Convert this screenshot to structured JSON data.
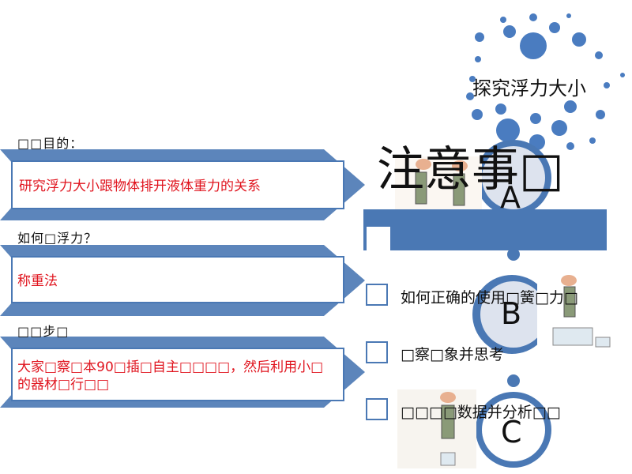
{
  "title": "探究浮力大小",
  "section1": {
    "label": "□□目的：",
    "text": "研究浮力大小跟物体排开液体重力的关系"
  },
  "section2": {
    "label": "如何□浮力？",
    "text": "称重法"
  },
  "section3": {
    "label": "□□步□",
    "text": "大家□察□本90□插□自主□□□□，然后利用小□的器材□行□□"
  },
  "notes_title": "注意事□",
  "checklist": [
    {
      "text": "如何正确的使用□簧□力□"
    },
    {
      "text": "□察□象并思考"
    },
    {
      "text": "□□□□数据并分析□□"
    }
  ],
  "circle_letters": [
    "A",
    "B",
    "C"
  ],
  "colors": {
    "accent": "#4a78b4",
    "highlight": "#e0141e"
  }
}
